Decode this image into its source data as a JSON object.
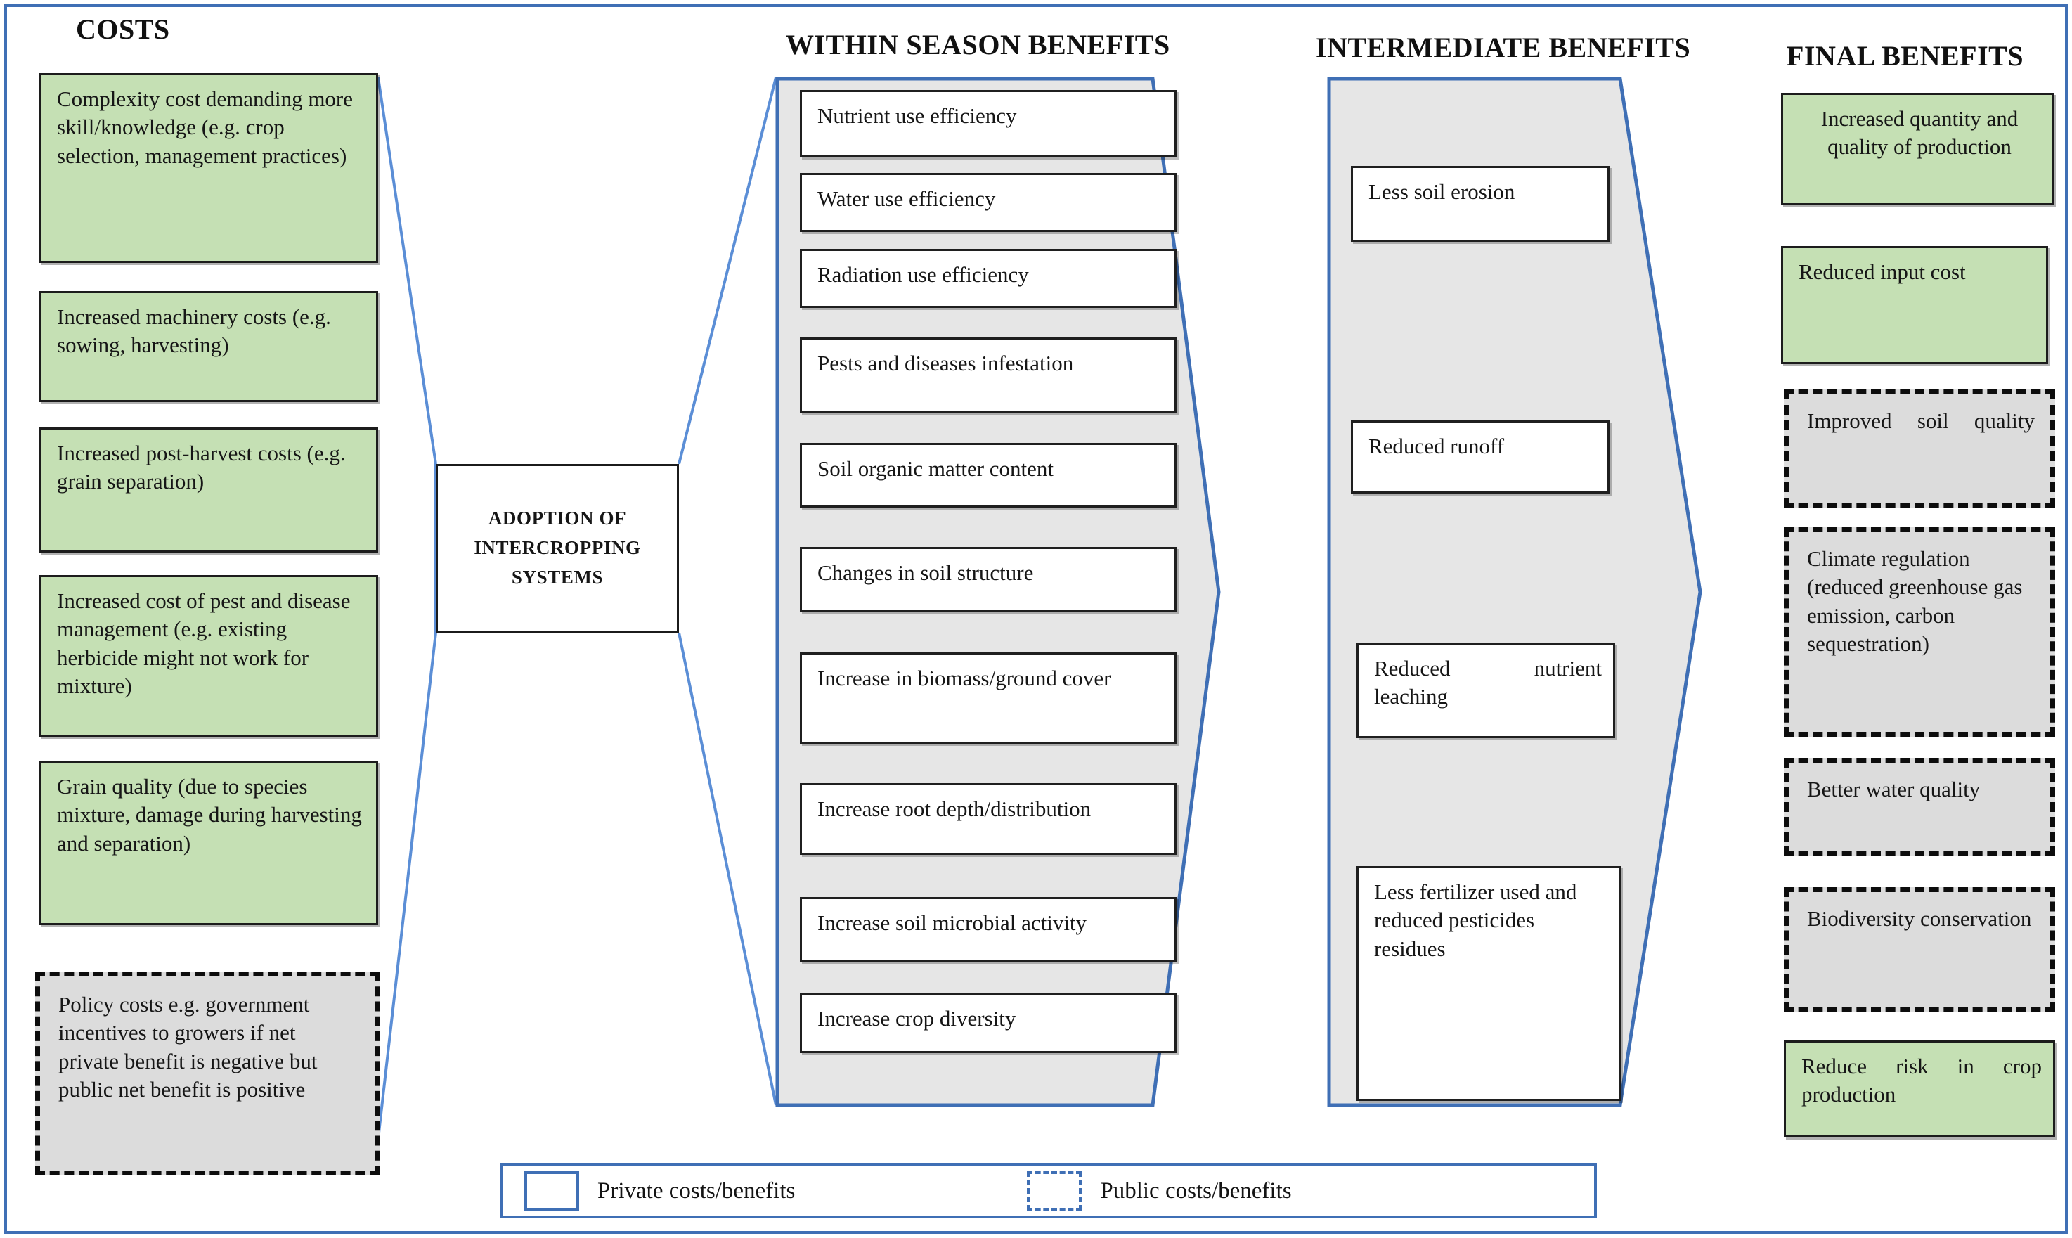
{
  "diagram": {
    "title_columns": {
      "costs": "COSTS",
      "within_season": "WITHIN SEASON  BENEFITS",
      "intermediate": "INTERMEDIATE BENEFITS",
      "final": "FINAL BENEFITS"
    },
    "center": {
      "line1": "ADOPTION OF",
      "line2": "INTERCROPPING",
      "line3": "SYSTEMS"
    },
    "costs": [
      {
        "text": "Complexity cost demanding more skill/knowledge (e.g. crop selection, management practices)",
        "type": "private"
      },
      {
        "text": "Increased machinery costs (e.g. sowing, harvesting)",
        "type": "private"
      },
      {
        "text": "Increased post-harvest costs (e.g. grain separation)",
        "type": "private"
      },
      {
        "text": "Increased cost of pest and disease management (e.g. existing herbicide might not work for mixture)",
        "type": "private"
      },
      {
        "text": "Grain quality (due to species mixture, damage during harvesting and separation)",
        "type": "private"
      },
      {
        "text": "Policy costs e.g. government incentives to growers if net private benefit is negative but public net benefit is positive",
        "type": "public"
      }
    ],
    "within_season": [
      {
        "text": "Nutrient use efficiency",
        "type": "private"
      },
      {
        "text": "Water use efficiency",
        "type": "private"
      },
      {
        "text": "Radiation use efficiency",
        "type": "private"
      },
      {
        "text": "Pests and diseases infestation",
        "type": "private"
      },
      {
        "text": "Soil organic matter content",
        "type": "private"
      },
      {
        "text": "Changes in soil structure",
        "type": "private"
      },
      {
        "text": "Increase in biomass/ground cover",
        "type": "private"
      },
      {
        "text": "Increase root depth/distribution",
        "type": "private"
      },
      {
        "text": "Increase soil microbial activity",
        "type": "private"
      },
      {
        "text": "Increase crop diversity",
        "type": "private"
      }
    ],
    "intermediate": [
      {
        "text": "Less soil erosion",
        "type": "private"
      },
      {
        "text": "Reduced runoff",
        "type": "private"
      },
      {
        "text": "Reduced    nutrient leaching",
        "type": "private"
      },
      {
        "text": "Less fertilizer used and reduced pesticides residues",
        "type": "private"
      }
    ],
    "final": [
      {
        "text": "Increased quantity and quality of production",
        "type": "private"
      },
      {
        "text": "Reduced input cost",
        "type": "private"
      },
      {
        "text": "Improved        soil quality",
        "type": "public"
      },
      {
        "text": "Climate   regulation (reduced greenhouse gas emission, carbon sequestration)",
        "type": "public"
      },
      {
        "text": "Better water quality",
        "type": "public"
      },
      {
        "text": "Biodiversity conservation",
        "type": "public"
      },
      {
        "text": "Reduce  risk  in  crop production",
        "type": "private"
      }
    ],
    "legend": {
      "private_label": "Private costs/benefits",
      "public_label": "Public costs/benefits"
    },
    "colors": {
      "frame_blue": "#3f6fb5",
      "green_fill": "#c5e0b4",
      "gray_fill": "#dcdcdc",
      "band_fill": "#e6e6e6",
      "box_border": "#1f1f1f"
    }
  }
}
